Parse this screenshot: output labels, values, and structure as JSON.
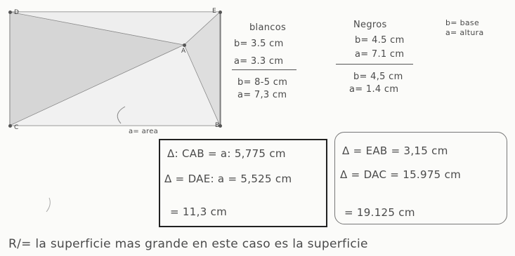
{
  "figure": {
    "labels": {
      "D": "D",
      "E": "E",
      "A": "A",
      "C": "C",
      "B": "B"
    },
    "note": "a= area"
  },
  "blancos": {
    "header": "blancos",
    "b1": "b= 3.5 cm",
    "a1": "a= 3.3 cm",
    "b2": "b= 8-5 cm",
    "a2": "a= 7,3 cm"
  },
  "negros": {
    "header": "Negros",
    "b1": "b= 4.5 cm",
    "a1": "a= 7.1 cm",
    "b2": "b= 4,5 cm",
    "a2": "a= 1.4 cm"
  },
  "legend": {
    "b": "b= base",
    "a": "a= altura"
  },
  "box_left": {
    "line1": "Δ: CAB = a: 5,775 cm",
    "line2": "Δ = DAE: a = 5,525 cm",
    "total": "= 11,3 cm"
  },
  "box_right": {
    "line1": "Δ = EAB = 3,15 cm",
    "line2": "Δ = DAC = 15.975 cm",
    "total": "= 19.125 cm"
  },
  "answer": "R/= la superficie mas grande en este caso es la superficie"
}
